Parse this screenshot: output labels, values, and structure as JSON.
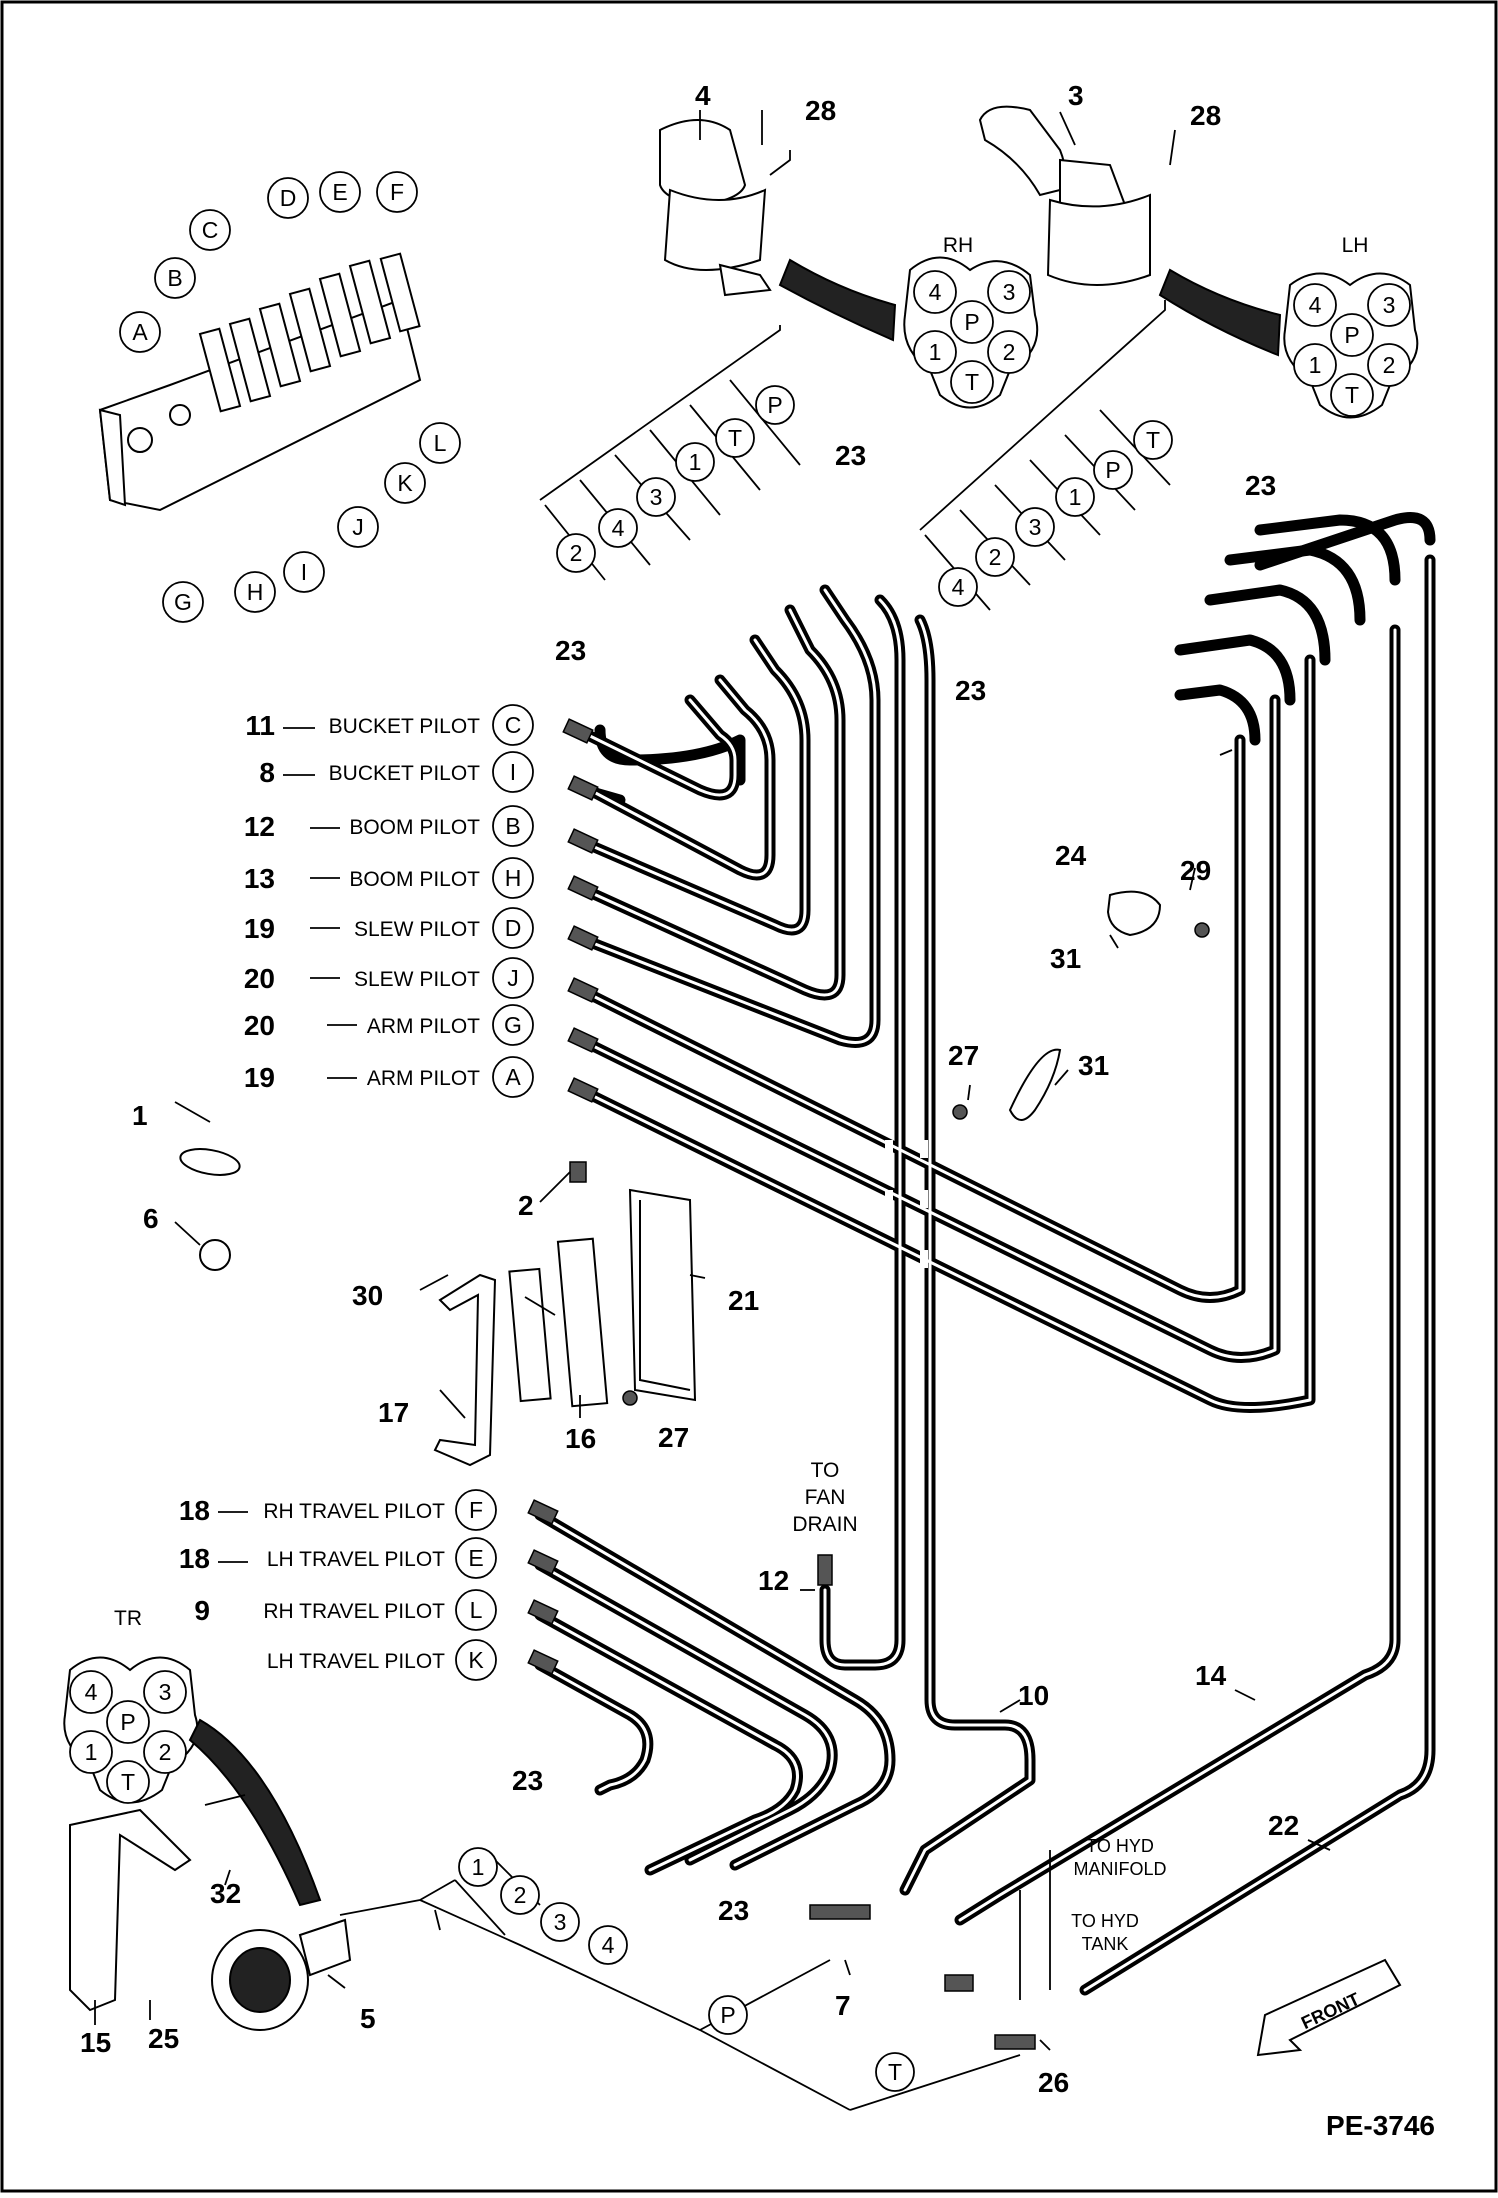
{
  "diagram": {
    "id": "PE-3746",
    "callouts": [
      "1",
      "2",
      "3",
      "4",
      "5",
      "6",
      "7",
      "8",
      "9",
      "10",
      "11",
      "12",
      "13",
      "14",
      "15",
      "16",
      "17",
      "18",
      "19",
      "20",
      "21",
      "22",
      "23",
      "24",
      "25",
      "26",
      "27",
      "28",
      "29",
      "30",
      "31",
      "32"
    ],
    "pilot_labels": [
      {
        "num": "11",
        "text": "BUCKET PILOT",
        "port": "C"
      },
      {
        "num": "8",
        "text": "BUCKET PILOT",
        "port": "I"
      },
      {
        "num": "12",
        "text": "BOOM PILOT",
        "port": "B"
      },
      {
        "num": "13",
        "text": "BOOM PILOT",
        "port": "H"
      },
      {
        "num": "19",
        "text": "SLEW PILOT",
        "port": "D"
      },
      {
        "num": "20",
        "text": "SLEW PILOT",
        "port": "J"
      },
      {
        "num": "20",
        "text": "ARM PILOT",
        "port": "G"
      },
      {
        "num": "19",
        "text": "ARM PILOT",
        "port": "A"
      }
    ],
    "travel_labels": [
      {
        "num": "18",
        "text": "RH TRAVEL PILOT",
        "port": "F"
      },
      {
        "num": "18",
        "text": "LH TRAVEL PILOT",
        "port": "E"
      },
      {
        "num": "9",
        "text": "RH TRAVEL PILOT",
        "port": "L"
      },
      {
        "num": "",
        "text": "LH TRAVEL PILOT",
        "port": "K"
      }
    ],
    "valve_ports": [
      "A",
      "B",
      "C",
      "D",
      "E",
      "F",
      "G",
      "H",
      "I",
      "J",
      "K",
      "L"
    ],
    "connector_rh": {
      "title": "RH",
      "pins": [
        "4",
        "3",
        "P",
        "1",
        "2",
        "T"
      ]
    },
    "connector_lh": {
      "title": "LH",
      "pins": [
        "4",
        "3",
        "P",
        "1",
        "2",
        "T"
      ]
    },
    "connector_tr": {
      "title": "TR",
      "pins": [
        "4",
        "3",
        "P",
        "1",
        "2",
        "T"
      ]
    },
    "rh_port_tags": [
      "2",
      "4",
      "3",
      "1",
      "T",
      "P"
    ],
    "lh_port_tags": [
      "4",
      "2",
      "3",
      "1",
      "P",
      "T"
    ],
    "tr_port_tags": [
      "1",
      "2",
      "3",
      "4",
      "P",
      "T"
    ],
    "notes": {
      "fan_drain": [
        "TO",
        "FAN",
        "DRAIN"
      ],
      "hyd_manifold": [
        "TO HYD",
        "MANIFOLD"
      ],
      "hyd_tank": [
        "TO HYD",
        "TANK"
      ],
      "front": "FRONT"
    }
  }
}
